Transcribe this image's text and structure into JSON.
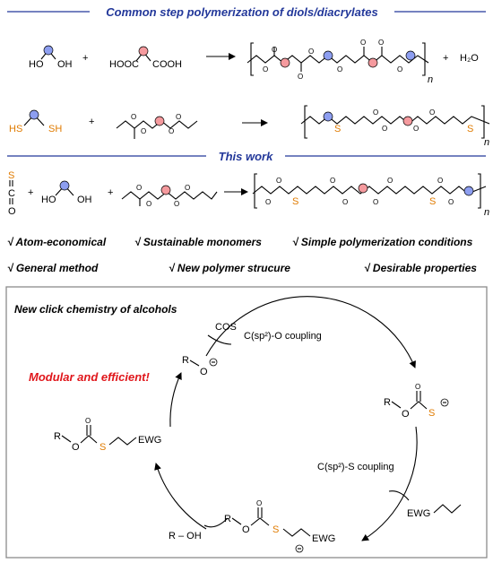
{
  "headers": {
    "common": "Common step polymerization of diols/diacrylates",
    "this_work": "This work"
  },
  "row1": {
    "diol_left": "HO",
    "diol_right": "OH",
    "plus1": "+",
    "diacid_left": "HOOC",
    "diacid_right": "COOH",
    "polymer_o": "O",
    "n": "n",
    "plus2": "+",
    "byproduct": "H₂O"
  },
  "row2": {
    "thiol_left": "HS",
    "thiol_right": "SH",
    "plus": "+",
    "o": "O",
    "s": "S",
    "n": "n"
  },
  "row3": {
    "cos_s": "S",
    "cos_c": "C",
    "cos_o": "O",
    "plus": "+",
    "diol_left": "HO",
    "diol_right": "OH",
    "o": "O",
    "s": "S",
    "n": "n"
  },
  "features": [
    "√ Atom-economical",
    "√ Sustainable monomers",
    "√ Simple polymerization conditions",
    "√ General method",
    "√ New polymer strucure",
    "√ Desirable properties"
  ],
  "cycle": {
    "title": "New click chemistry of alcohols",
    "tagline": "Modular and efficient!",
    "cos": "COS",
    "step1": "C(sp²)-O coupling",
    "step2": "C(sp²)-S coupling",
    "alkoxide_r": "R",
    "alkoxide_o": "O",
    "xanthate_r": "R",
    "xanthate_o": "O",
    "xanthate_s": "S",
    "acceptor": "EWG",
    "carbanion_r": "R",
    "carbanion_o": "O",
    "carbanion_s": "S",
    "carbanion_ewg": "EWG",
    "alcohol": "R – OH",
    "product_r": "R",
    "product_o": "O",
    "product_s": "S",
    "product_ewg": "EWG"
  },
  "colors": {
    "header_blue": "#23389a",
    "blue_atom": "#8d9ef0",
    "red_atom": "#f59a9e",
    "sulfur": "#e07b00",
    "tagline_red": "#e0161b"
  }
}
